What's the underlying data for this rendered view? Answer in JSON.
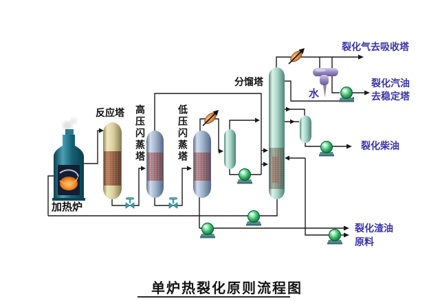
{
  "diagram": {
    "title": "单炉热裂化原则流程图",
    "equipment": {
      "furnace": "加热炉",
      "reaction_tower": "反应塔",
      "hp_flash_tower": "高压闪蒸塔",
      "lp_flash_tower": "低压闪蒸塔",
      "fractionation_tower": "分馏塔"
    },
    "streams": {
      "water": "水",
      "cracked_gas": "裂化气去吸收塔",
      "cracked_gasoline_line1": "裂化汽油",
      "cracked_gasoline_line2": "去稳定塔",
      "cracked_diesel": "裂化柴油",
      "cracked_residue": "裂化渣油",
      "feed": "原料"
    },
    "colors": {
      "stream_label": "#3b35a8",
      "equipment_label": "#111111",
      "pipe": "#1a1a1a",
      "pump_green": "#2fae62",
      "valve_copper": "#d98a46",
      "condenser_lavender": "#9a8fc6",
      "furnace_teal": "#166175",
      "reaction_tower_yellow": "#d9cf9c",
      "flash_tower_blue": "#9db1ca",
      "fractionator_aqua": "#a3d5c7"
    }
  }
}
